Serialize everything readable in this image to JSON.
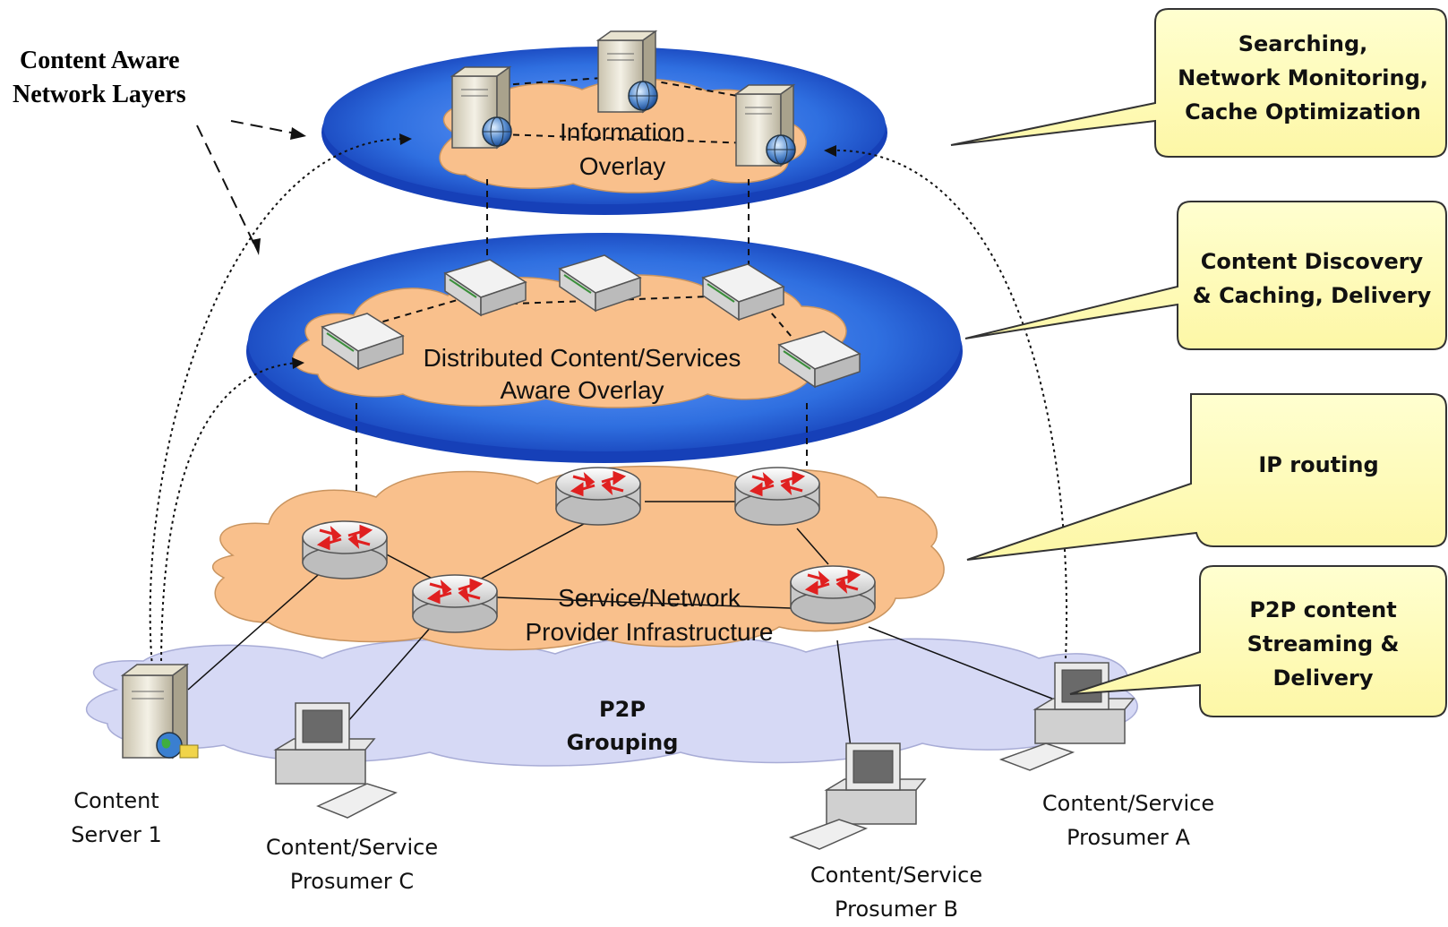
{
  "legend": {
    "line1": "Content Aware",
    "line2": "Network Layers"
  },
  "layers": {
    "information_overlay": {
      "line1": "Information",
      "line2": "Overlay"
    },
    "content_overlay": {
      "line1": "Distributed Content/Services",
      "line2": "Aware Overlay"
    },
    "provider_infrastructure": {
      "line1": "Service/Network",
      "line2": "Provider Infrastructure"
    },
    "p2p_grouping": {
      "line1": "P2P",
      "line2": "Grouping"
    }
  },
  "callouts": [
    {
      "lines": [
        "Searching,",
        "Network Monitoring,",
        "Cache Optimization"
      ]
    },
    {
      "lines": [
        "Content Discovery",
        "& Caching, Delivery"
      ]
    },
    {
      "lines": [
        "IP routing"
      ]
    },
    {
      "lines": [
        "P2P content",
        "Streaming &",
        "Delivery"
      ]
    }
  ],
  "devices": {
    "content_server": {
      "line1": "Content",
      "line2": "Server 1"
    },
    "prosumer_c": {
      "line1": "Content/Service",
      "line2": "Prosumer C"
    },
    "prosumer_b": {
      "line1": "Content/Service",
      "line2": "Prosumer B"
    },
    "prosumer_a": {
      "line1": "Content/Service",
      "line2": "Prosumer A"
    }
  },
  "colors": {
    "disk_blue": "#2f6fe0",
    "disk_blue_dark": "#1640b8",
    "cloud_orange": "#f9c08c",
    "p2p_cloud": "#d6d9f5",
    "callout_fill": "#ffffc2",
    "router_arrow": "#e02020"
  }
}
